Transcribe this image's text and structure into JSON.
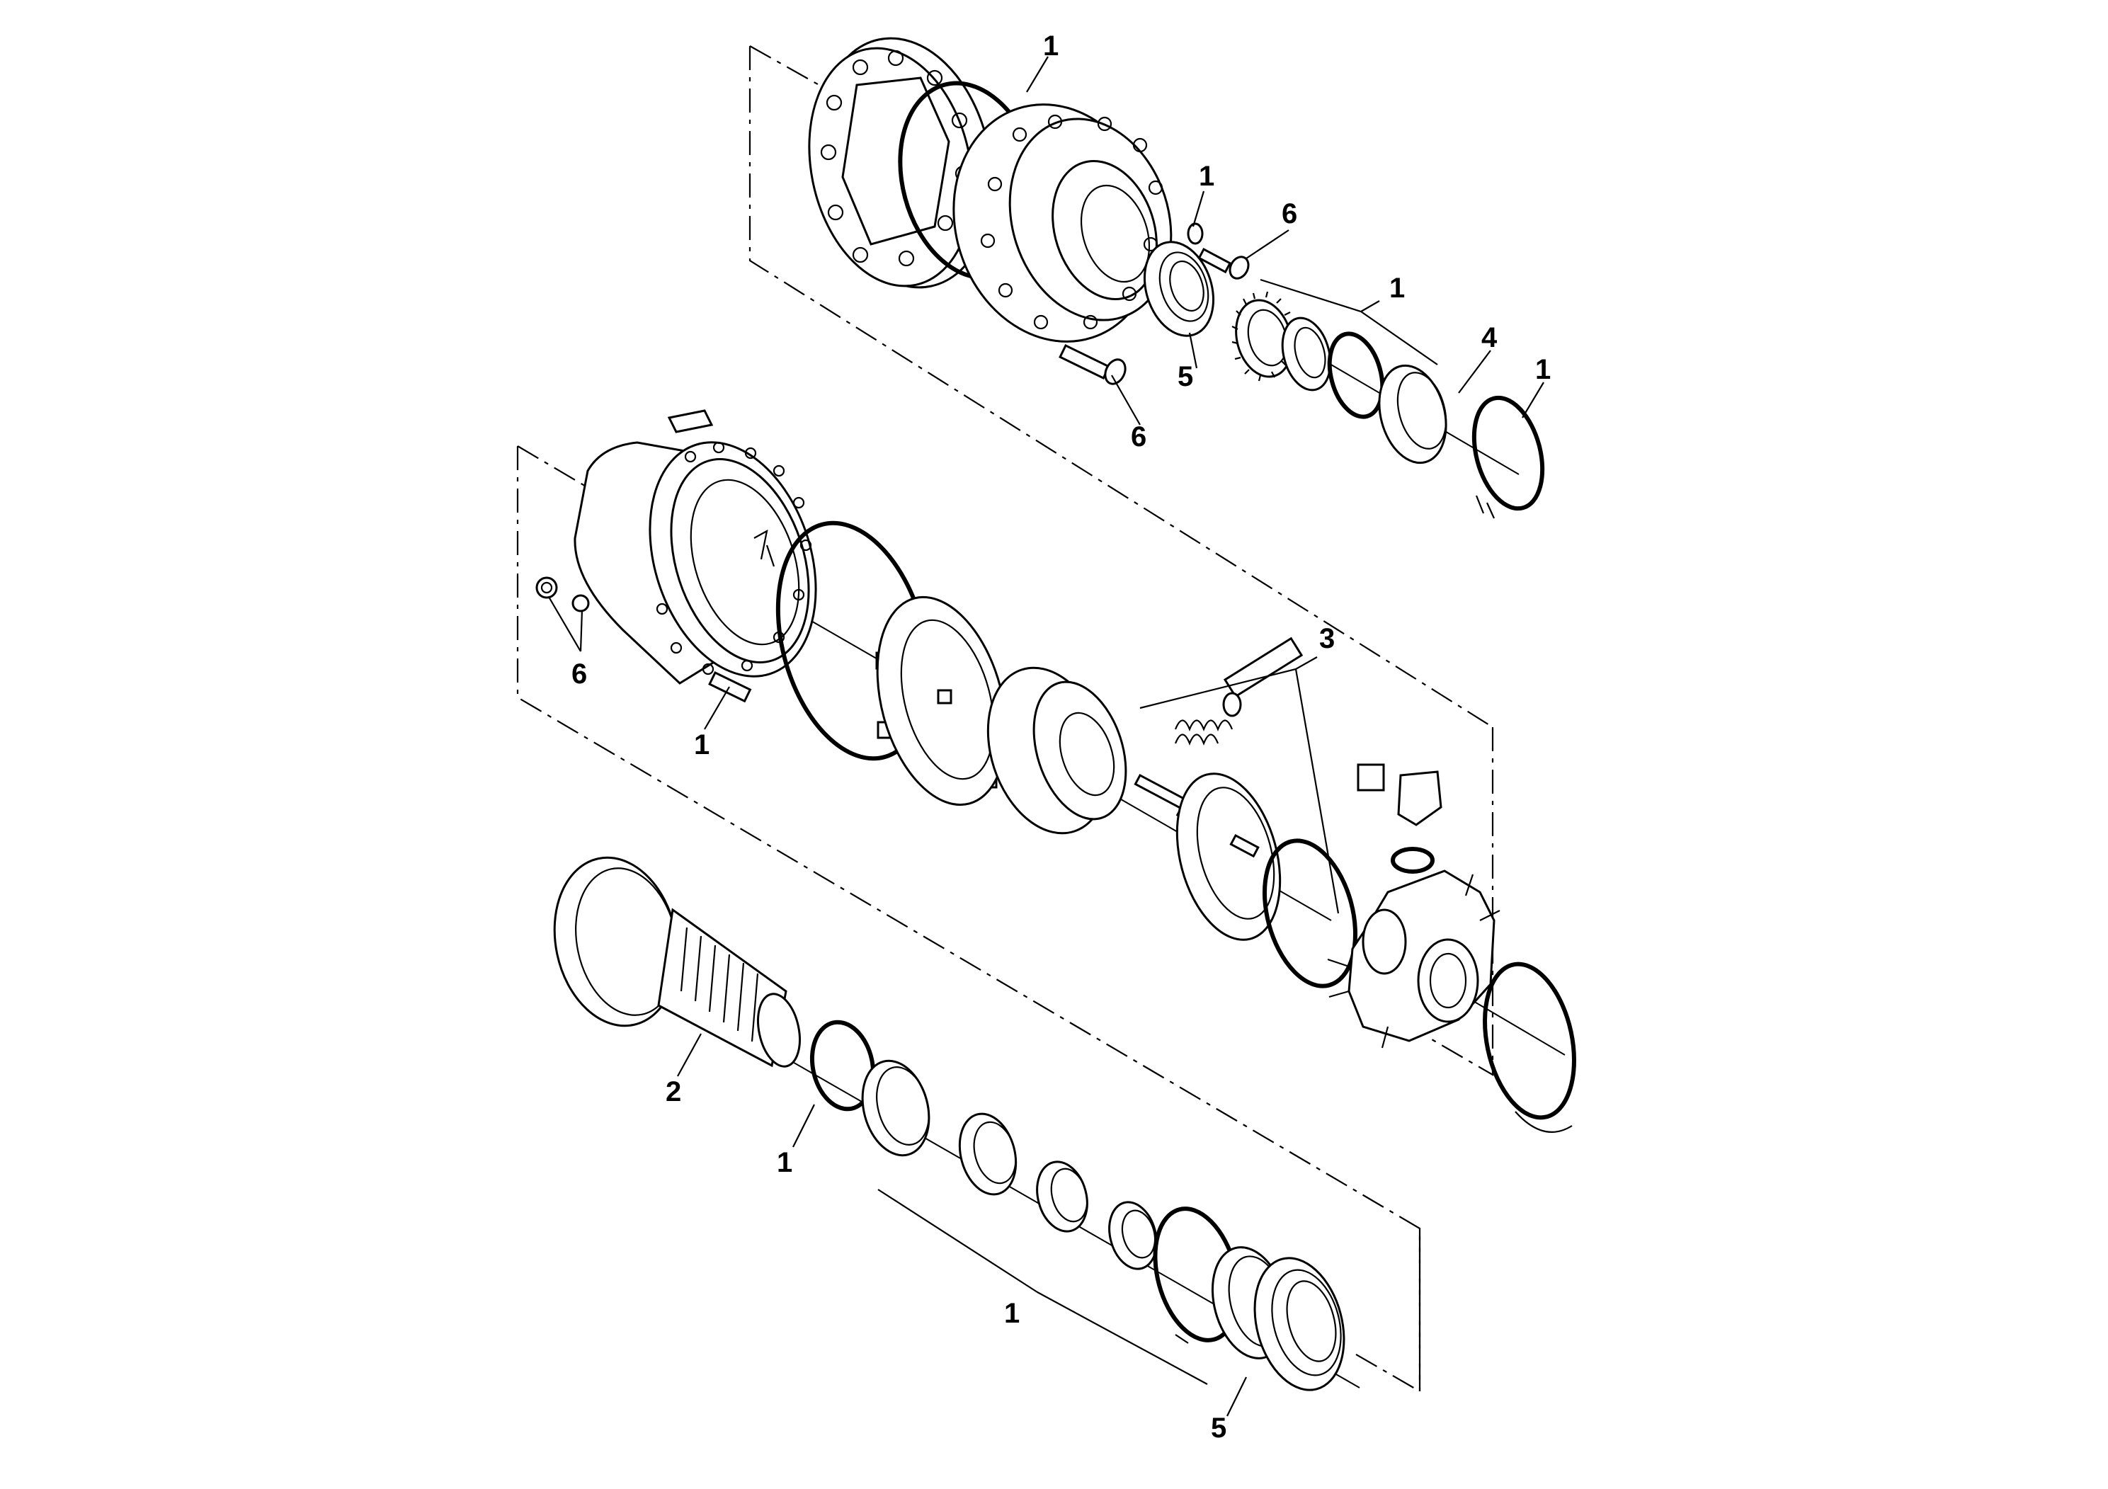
{
  "callouts": [
    {
      "id": "c1a",
      "label": "1"
    },
    {
      "id": "c1b",
      "label": "1"
    },
    {
      "id": "c6a",
      "label": "6"
    },
    {
      "id": "c1c",
      "label": "1"
    },
    {
      "id": "c4",
      "label": "4"
    },
    {
      "id": "c1d",
      "label": "1"
    },
    {
      "id": "c5a",
      "label": "5"
    },
    {
      "id": "c6b",
      "label": "6"
    },
    {
      "id": "c3",
      "label": "3"
    },
    {
      "id": "c6c",
      "label": "6"
    },
    {
      "id": "c1e",
      "label": "1"
    },
    {
      "id": "c2",
      "label": "2"
    },
    {
      "id": "c1f",
      "label": "1"
    },
    {
      "id": "c1g",
      "label": "1"
    },
    {
      "id": "c5b",
      "label": "5"
    }
  ]
}
